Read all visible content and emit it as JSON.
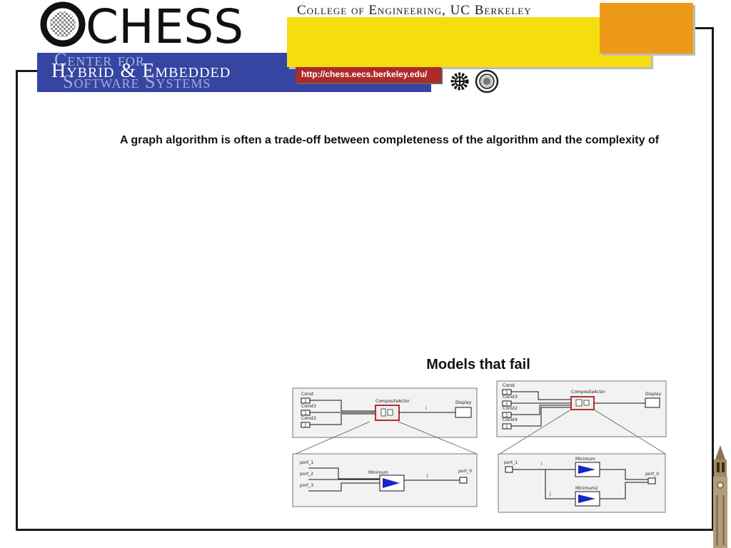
{
  "header": {
    "logo_text": "CHESS",
    "college": "College of Engineering, UC Berkeley",
    "center_line1": "Center for",
    "center_line2": "Hybrid & Embedded",
    "center_line3": "Software Systems",
    "url": "http://chess.eecs.berkeley.edu/",
    "colors": {
      "yellow": "#f6dd0e",
      "orange": "#ee9a19",
      "blue": "#3645a1",
      "url_red": "#ad2a2a"
    }
  },
  "body": {
    "paragraph": "A graph algorithm is often a trade-off between completeness of the algorithm and the complexity of",
    "subheading": "Models that fail"
  },
  "diagram_left": {
    "top": {
      "actors": [
        "Const",
        "Const3",
        "Const2"
      ],
      "const_value": "1",
      "composite": "CompositeActor",
      "relation": "i",
      "display": "Display"
    },
    "bottom": {
      "ports_in": [
        "port_1",
        "port_2",
        "port_3"
      ],
      "actor": "Minimum",
      "relation": "j",
      "port_out": "port_0"
    }
  },
  "diagram_right": {
    "top": {
      "actors": [
        "Const",
        "Const3",
        "Const2",
        "Const4"
      ],
      "const_value": "1",
      "composite": "CompositeActor",
      "display": "Display"
    },
    "bottom": {
      "port_in": "port_1",
      "relations": [
        "i",
        "j"
      ],
      "actors": [
        "Minimum",
        "Minimum2"
      ],
      "port_out": "port_0"
    }
  },
  "decor": {
    "icons": [
      "gear-seal-icon",
      "university-seal-icon",
      "campanile-tower-icon"
    ]
  }
}
